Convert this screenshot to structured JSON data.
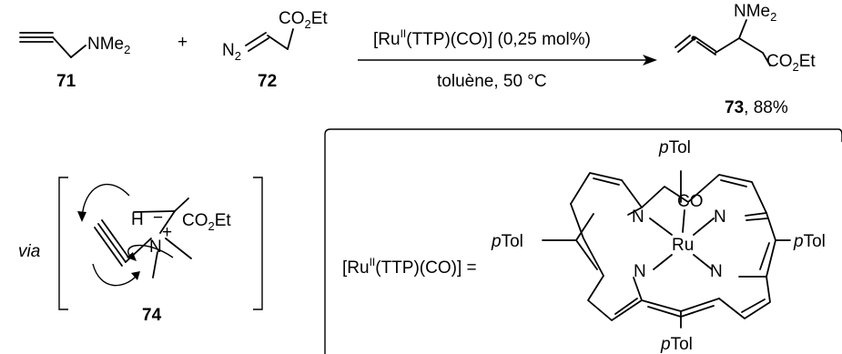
{
  "reactants": {
    "amine": {
      "group": "NMe",
      "sub": "2",
      "label": "71"
    },
    "plus": "+",
    "diazo": {
      "n2": "N",
      "n2_sub": "2",
      "ester": "CO",
      "ester_sub": "2",
      "ester_tail": "Et",
      "label": "72"
    }
  },
  "conditions": {
    "catalyst_open": "[Ru",
    "catalyst_ox": "II",
    "catalyst_rest": "(TTP)(CO)] (0,25 mol%)",
    "solvent": "toluène, 50 °C"
  },
  "product": {
    "group": "NMe",
    "group_sub": "2",
    "ester": "CO",
    "ester_sub": "2",
    "ester_tail": "Et",
    "label": "73",
    "yield": ", 88%"
  },
  "intermediate": {
    "via": "via",
    "h": "H",
    "minus": "−",
    "ester": "CO",
    "ester_sub": "2",
    "ester_tail": "Et",
    "n": "N",
    "plus": "+",
    "label": "74"
  },
  "catalyst_box": {
    "lhs_open": "[Ru",
    "lhs_ox": "II",
    "lhs_rest": "(TTP)(CO)] =",
    "aryl_italic": "p",
    "aryl": "Tol",
    "metal": "Ru",
    "ligand": "CO",
    "n": "N"
  }
}
